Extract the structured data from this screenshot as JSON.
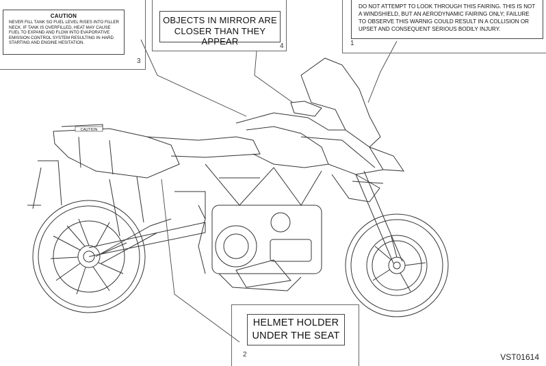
{
  "labels": {
    "caution": {
      "number": "3",
      "title": "CAUTION",
      "lines": [
        "NEVER FILL TANK SO FUEL LEVEL RISES INTO FILLER",
        "NECK. IF TANK IS OVERFILLED, HEAT MAY CAUSE",
        "FUEL TO EXPAND AND FLOW INTO EVAPORATIVE",
        "EMISSION CONTROL SYSTEM RESULTING IN HARD",
        "STARTING AND ENGINE HESITATION."
      ]
    },
    "mirror": {
      "number": "4",
      "lines": [
        "OBJECTS IN MIRROR ARE",
        "CLOSER THAN THEY APPEAR"
      ]
    },
    "fairing": {
      "number": "1",
      "lines": [
        "DO NOT ATTEMPT TO LOOK THROUGH THIS FAIRING. THIS IS NOT",
        "A WINDSHIELD, BUT AN AERODYNAMIC FAIRING ONLY; FAILURE",
        "TO OBSERVE THIS WARNIG COULD RESULT IN A COLLISION OR",
        "UPSET AND CONSEQUENT SERIOUS BODILY INJURY."
      ]
    },
    "helmet": {
      "number": "2",
      "lines": [
        "HELMET HOLDER",
        "UNDER THE SEAT"
      ]
    }
  },
  "bike_label": "CAUTION",
  "reference": "VST01614"
}
